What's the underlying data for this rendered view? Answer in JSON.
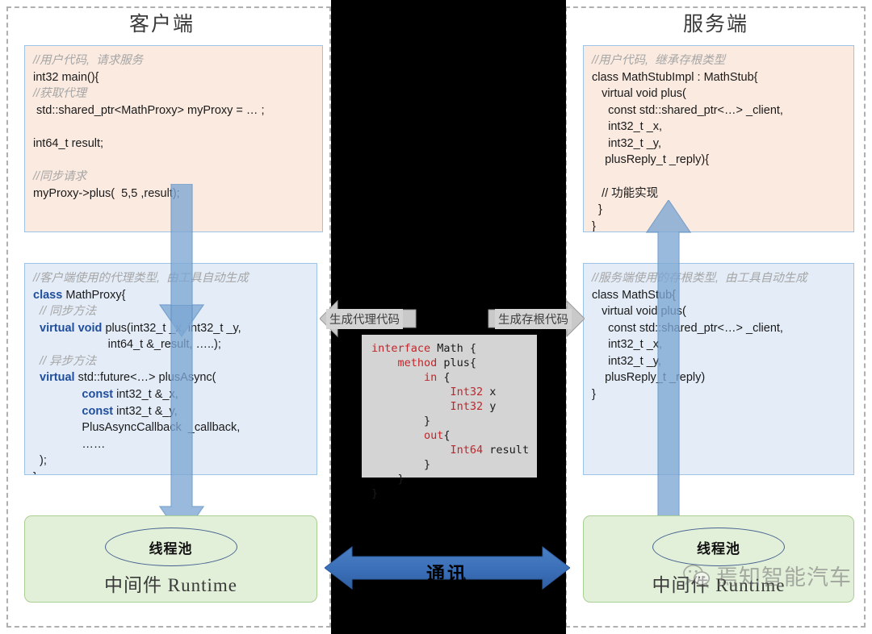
{
  "headers": {
    "client_title": "客户端",
    "server_title": "服务端"
  },
  "client": {
    "user_code": {
      "c1": "//用户代码,  请求服务",
      "l1": "int32 main(){",
      "c2": "//获取代理",
      "l2": " std::shared_ptr<MathProxy> myProxy = … ;",
      "l3": "",
      "l4": "int64_t result;",
      "l5": "",
      "c3": "//同步请求",
      "l6": "myProxy->plus(  5,5 ,result);"
    },
    "proxy_code": {
      "c1": "//客户端使用的代理类型,  由工具自动生成",
      "k1": "class",
      "l1": " MathProxy{",
      "c2": "  // 同步方法",
      "k2": "  virtual void",
      "l2": " plus(int32_t _x, int32_t _y,",
      "l3": "                       int64_t &_result, …..);",
      "c3": "  // 异步方法",
      "k3": "  virtual",
      "l4": " std::future<…> plusAsync(",
      "k4": "               const",
      "l5": " int32_t &_x,",
      "k5": "               const",
      "l6": " int32_t &_y,",
      "l7": "               PlusAsyncCallback  _callback,",
      "l8": "               ……",
      "l9": "  );",
      "l10": "}"
    },
    "runtime": {
      "pool_label": "线程池",
      "label": "中间件 Runtime"
    }
  },
  "server": {
    "user_code": {
      "c1": "//用户代码,  继承存根类型",
      "l1": "class MathStubImpl : MathStub{",
      "l2": "   virtual void plus(",
      "l3": "     const std::shared_ptr<…> _client,",
      "l4": "     int32_t _x,",
      "l5": "     int32_t _y,",
      "l6": "    plusReply_t _reply){",
      "l7": "",
      "l8": "   // 功能实现",
      "l9": "  }",
      "l10": "}"
    },
    "stub_code": {
      "c1": "//服务端使用的存根类型,  由工具自动生成",
      "l1": "class MathStub{",
      "l2": "   virtual void plus(",
      "l3": "     const std::shared_ptr<…> _client,",
      "l4": "     int32_t _x,",
      "l5": "     int32_t _y,",
      "l6": "    plusReply_t _reply)",
      "l7": "}"
    },
    "runtime": {
      "pool_label": "线程池",
      "label": "中间件 Runtime"
    }
  },
  "center": {
    "gen_proxy_label": "生成代理代码",
    "gen_stub_label": "生成存根代码",
    "comm_label": "通讯",
    "idl": {
      "t1": "interface",
      "t2": " Math {",
      "t3": "    method",
      "t4": " plus{",
      "t5": "        in",
      "t6": " {",
      "t7": "            Int32",
      "t8": " x",
      "t9": "            Int32",
      "t10": " y",
      "t11": "        }",
      "t12": "        out",
      "t13": "{",
      "t14": "            Int64",
      "t15": " result",
      "t16": "        }",
      "t17": "    }",
      "t18": "}"
    }
  },
  "watermark": {
    "text": "焉知智能汽车",
    "icon": "wechat-icon"
  },
  "colors": {
    "peach_panel": "#fbeae0",
    "blue_panel": "#e3ecf7",
    "green_runtime": "#e2efd9",
    "arrow_blue": "#7da7d4",
    "comm_arrow_blue": "#3b6fb8",
    "idl_keyword_red": "#c0262b",
    "code_keyword_blue": "#1f4e9c",
    "center_band": "#000000"
  }
}
